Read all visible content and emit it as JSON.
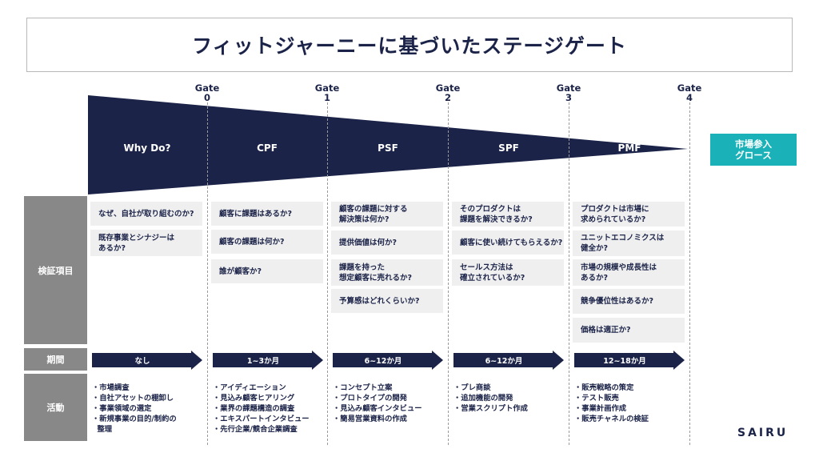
{
  "title": "フィットジャーニーに基づいたステージゲート",
  "gates": [
    {
      "label": "Gate",
      "num": "0"
    },
    {
      "label": "Gate",
      "num": "1"
    },
    {
      "label": "Gate",
      "num": "2"
    },
    {
      "label": "Gate",
      "num": "3"
    },
    {
      "label": "Gate",
      "num": "4"
    }
  ],
  "phases": [
    "Why Do?",
    "CPF",
    "PSF",
    "SPF",
    "PMF"
  ],
  "market_box": {
    "line1": "市場参入",
    "line2": "グロース"
  },
  "row_labels": {
    "verification": "検証項目",
    "period": "期間",
    "activity": "活動"
  },
  "verification": [
    [
      "なぜ、自社が取り組むのか?",
      "既存事業とシナジーは\nあるか?"
    ],
    [
      "顧客に課題はあるか?",
      "顧客の課題は何か?",
      "誰が顧客か?"
    ],
    [
      "顧客の課題に対する\n解決策は何か?",
      "提供価値は何か?",
      "課題を持った\n想定顧客に売れるか?",
      "予算感はどれくらいか?"
    ],
    [
      "そのプロダクトは\n課題を解決できるか?",
      "顧客に使い続けてもらえるか?",
      "セールス方法は\n確立されているか?"
    ],
    [
      "プロダクトは市場に\n求められているか?",
      "ユニットエコノミクスは\n健全か?",
      "市場の規模や成長性は\nあるか?",
      "競争優位性はあるか?",
      "価格は適正か?"
    ]
  ],
  "periods": [
    "なし",
    "1~3か月",
    "6~12か月",
    "6~12か月",
    "12~18か月"
  ],
  "activities": [
    [
      "・市場調査",
      "・自社アセットの棚卸し",
      "・事業領域の選定",
      "・新規事業の目的/制約の",
      "  整理"
    ],
    [
      "・アイディエーション",
      "・見込み顧客ヒアリング",
      "・業界の課題構造の調査",
      "・エキスパートインタビュー",
      "・先行企業/競合企業調査"
    ],
    [
      "・コンセプト立案",
      "・プロトタイプの開発",
      "・見込み顧客インタビュー",
      "・簡易営業資料の作成"
    ],
    [
      "・プレ商談",
      "・追加機能の開発",
      "・営業スクリプト作成"
    ],
    [
      "・販売戦略の策定",
      "・テスト販売",
      "・事業計画作成",
      "・販売チャネルの検証"
    ]
  ],
  "logo": "SAIRU",
  "colors": {
    "navy": "#1b2348",
    "teal": "#1ab2b8",
    "gray": "#888888",
    "item_bg": "#efefef"
  }
}
